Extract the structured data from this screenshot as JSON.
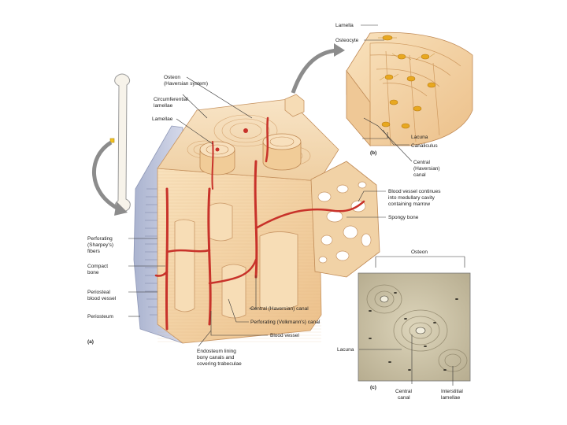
{
  "labels": {
    "lamella": "Lamella",
    "osteocyte": "Osteocyte",
    "osteon": "Osteon",
    "haversian_system": "(Haversian system)",
    "circumferential_1": "Circumferential",
    "circumferential_2": "lamellae",
    "lamellae": "Lamellae",
    "lacuna": "Lacuna",
    "canaliculus": "Canaliculus",
    "panel_b": "(b)",
    "central_canal_b_1": "Central",
    "central_canal_b_2": "(Haversian)",
    "central_canal_b_3": "canal",
    "blood_vessel_continues_1": "Blood vessel continues",
    "blood_vessel_continues_2": "into medullary cavity",
    "blood_vessel_continues_3": "containing marrow",
    "spongy_bone": "Spongy bone",
    "perforating_fibers_1": "Perforating",
    "perforating_fibers_2": "(Sharpey's)",
    "perforating_fibers_3": "fibers",
    "compact_bone_1": "Compact",
    "compact_bone_2": "bone",
    "periosteal_vessel_1": "Periosteal",
    "periosteal_vessel_2": "blood vessel",
    "periosteum": "Periosteum",
    "panel_a": "(a)",
    "central_haversian_canal": "Central (Haversian) canal",
    "perforating_volkmann_canal": "Perforating (Volkmann's) canal",
    "blood_vessel": "Blood vessel",
    "endosteum_1": "Endosteum lining",
    "endosteum_2": "bony canals and",
    "endosteum_3": "covering trabeculae",
    "osteon_c": "Osteon",
    "lacuna_c": "Lacuna",
    "panel_c": "(c)",
    "central_canal_c_1": "Central",
    "central_canal_c_2": "canal",
    "interstitial_1": "Interstitial",
    "interstitial_2": "lamellae"
  },
  "colors": {
    "bone": "#f3d3a6",
    "bone_dark": "#e2b27c",
    "vessel": "#c8322a",
    "periosteum": "#bcc3dc",
    "osteocyte": "#e8a820",
    "arrow": "#8a8a8a",
    "micrograph": "#cfc6aa"
  }
}
